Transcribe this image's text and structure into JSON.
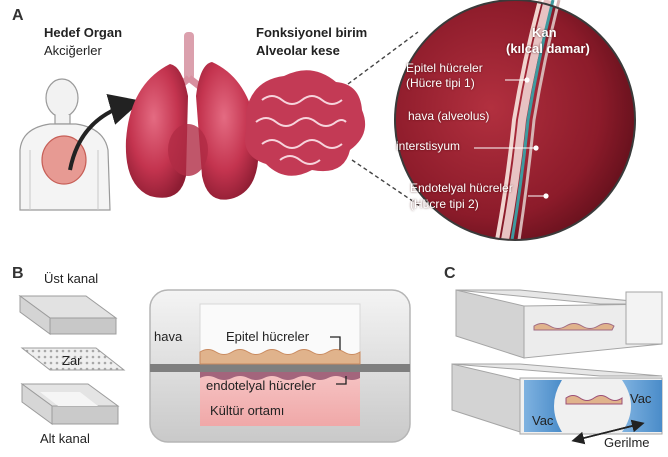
{
  "panel_a": {
    "letter": "A",
    "target_organ_title": "Hedef Organ",
    "target_organ_name": "Akciğerler",
    "functional_unit_title": "Fonksiyonel birim",
    "functional_unit_name": "Alveolar kese",
    "blood_line1": "Kan",
    "blood_line2": "(kılcal damar)",
    "epithelial_line1": "Epitel hücreler",
    "epithelial_line2": "(Hücre tipi 1)",
    "air_alveolus": "hava (alveolus)",
    "interstitium": "interstisyum",
    "endothelial_line1": "Endotelyal hücreler",
    "endothelial_line2": "(Hücre tipi 2)"
  },
  "panel_b": {
    "letter": "B",
    "upper_channel": "Üst kanal",
    "membrane": "Zar",
    "lower_channel": "Alt kanal",
    "air": "hava",
    "epithelial_cells": "Epitel hücreler",
    "endothelial_cells": "endotelyal hücreler",
    "culture_medium": "Kültür ortamı"
  },
  "panel_c": {
    "letter": "C",
    "vac_left": "Vac",
    "vac_right": "Vac",
    "stretch": "Gerilme"
  },
  "colors": {
    "lung": "#c4344f",
    "vessel": "#a71d2e",
    "channel_blue": "#5b9bd5",
    "medium_pink": "#f2b8b8",
    "cells": "#d9a57a"
  }
}
